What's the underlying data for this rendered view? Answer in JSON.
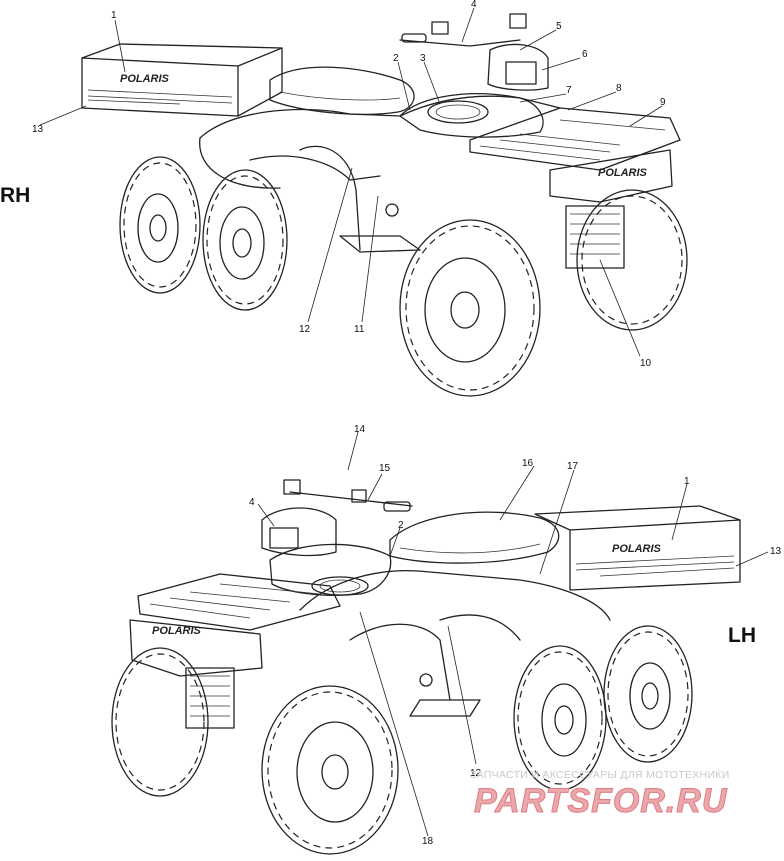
{
  "diagram": {
    "side_labels": {
      "right": "RH",
      "left": "LH"
    },
    "brand_text": "POLARIS",
    "callouts": {
      "rh": [
        "1",
        "2",
        "3",
        "4",
        "5",
        "6",
        "7",
        "8",
        "9",
        "10",
        "11",
        "12",
        "13"
      ],
      "lh": [
        "1",
        "2",
        "4",
        "12",
        "13",
        "14",
        "15",
        "16",
        "17",
        "18"
      ]
    }
  },
  "watermark": {
    "line1": "ЗАПЧАСТИ И АКСЕССУАРЫ ДЛЯ МОТОТЕХНИКИ",
    "line2": "PARTSFOR.RU"
  }
}
